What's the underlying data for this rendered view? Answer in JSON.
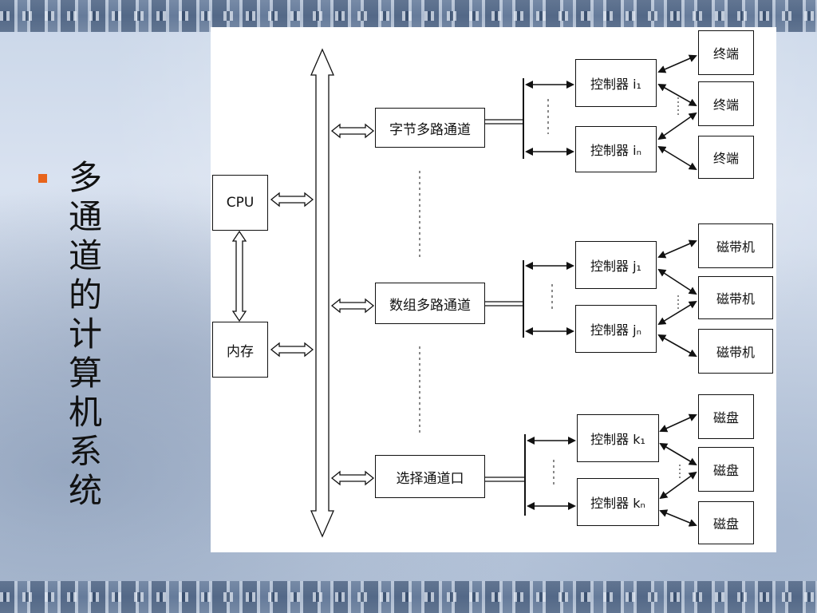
{
  "slide": {
    "title": "多通道的计算机系统"
  },
  "diagram": {
    "cpu": "CPU",
    "memory": "内存",
    "channels": {
      "byte_mux": "字节多路通道",
      "block_mux": "数组多路通道",
      "selector": "选择通道口"
    },
    "controllers": {
      "c1": "控制器 i₁",
      "c2": "控制器 iₙ",
      "c3": "控制器 j₁",
      "c4": "控制器 jₙ",
      "c5": "控制器 k₁",
      "c6": "控制器 kₙ"
    },
    "devices": {
      "terminal": "终端",
      "tape": "磁带机",
      "disk": "磁盘"
    }
  }
}
